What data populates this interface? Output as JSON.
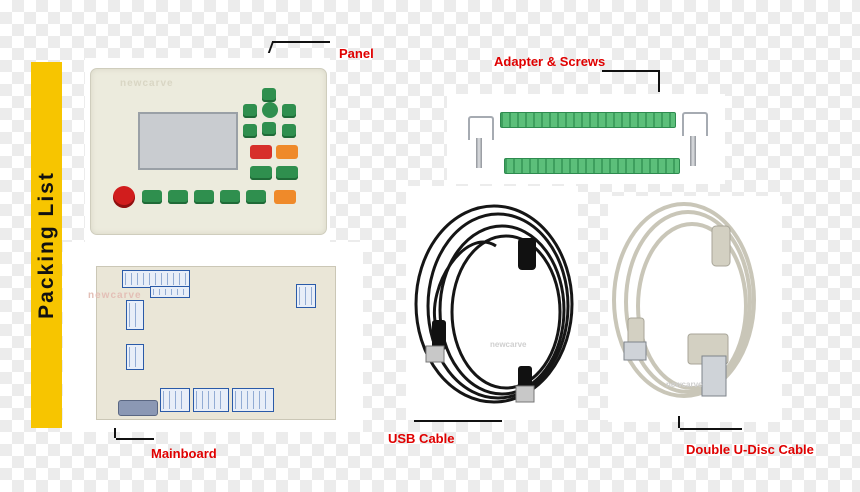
{
  "title": "Packing List",
  "labels": {
    "panel": "Panel",
    "adapter": "Adapter & Screws",
    "mainboard": "Mainboard",
    "usb_cable": "USB Cable",
    "double_u_disc": "Double U-Disc Cable"
  },
  "watermark": "newcarve",
  "colors": {
    "banner": "#f7c500",
    "label": "#e00000",
    "panel_green": "#2f8f4e",
    "terminal_green": "#5cbf7a"
  }
}
